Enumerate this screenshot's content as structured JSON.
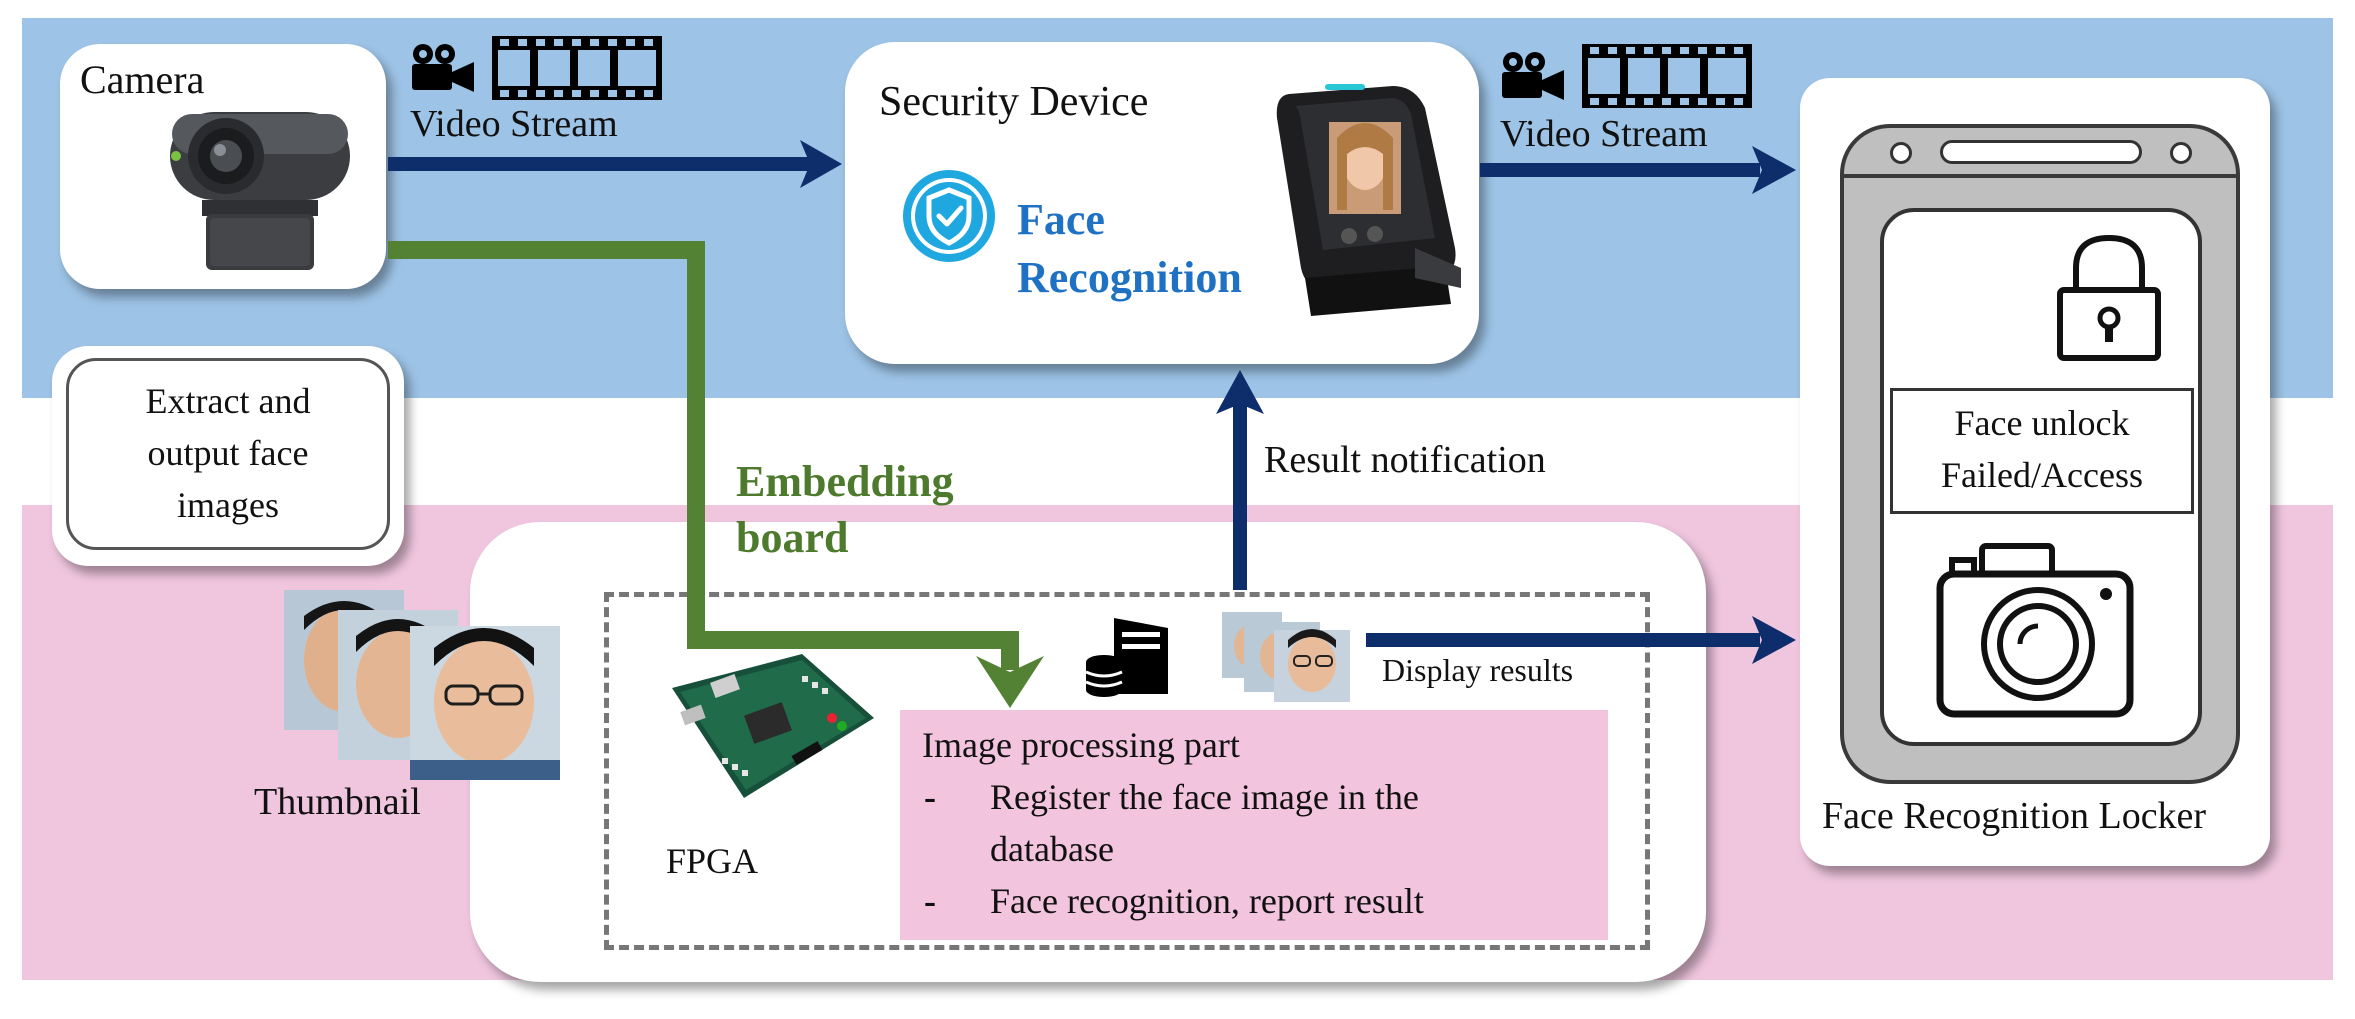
{
  "camera": {
    "label": "Camera"
  },
  "stream_left": {
    "label": "Video Stream"
  },
  "stream_right": {
    "label": "Video Stream"
  },
  "security_device": {
    "title": "Security Device",
    "feature_line1": "Face",
    "feature_line2": "Recognition"
  },
  "extract_box": {
    "line1": "Extract and",
    "line2": "output face",
    "line3": "images"
  },
  "embedding_board": {
    "line1": "Embedding",
    "line2": "board"
  },
  "result_notification": "Result notification",
  "thumbnail_label": "Thumbnail",
  "fpga_label": "FPGA",
  "display_results": "Display results",
  "image_processing": {
    "title": "Image processing part",
    "item1_line1": "Register the face image in the",
    "item1_line2": "database",
    "item2": "Face recognition, report result",
    "bullet": "-"
  },
  "locker": {
    "status_line1": "Face unlock",
    "status_line2": "Failed/Access",
    "label": "Face Recognition Locker"
  },
  "colors": {
    "blue_band": "#9dc3e6",
    "pink_band": "#f0c6df",
    "navy_arrow": "#0d2d6b",
    "green_arrow": "#548235",
    "embedding_text": "#4e7a2e",
    "face_rec_text": "#1f72c3",
    "shield": "#1fa8e0"
  },
  "icons": [
    "movie-camera-icon",
    "film-strip-icon",
    "shield-check-icon",
    "padlock-icon",
    "photo-camera-icon",
    "server-icon"
  ]
}
